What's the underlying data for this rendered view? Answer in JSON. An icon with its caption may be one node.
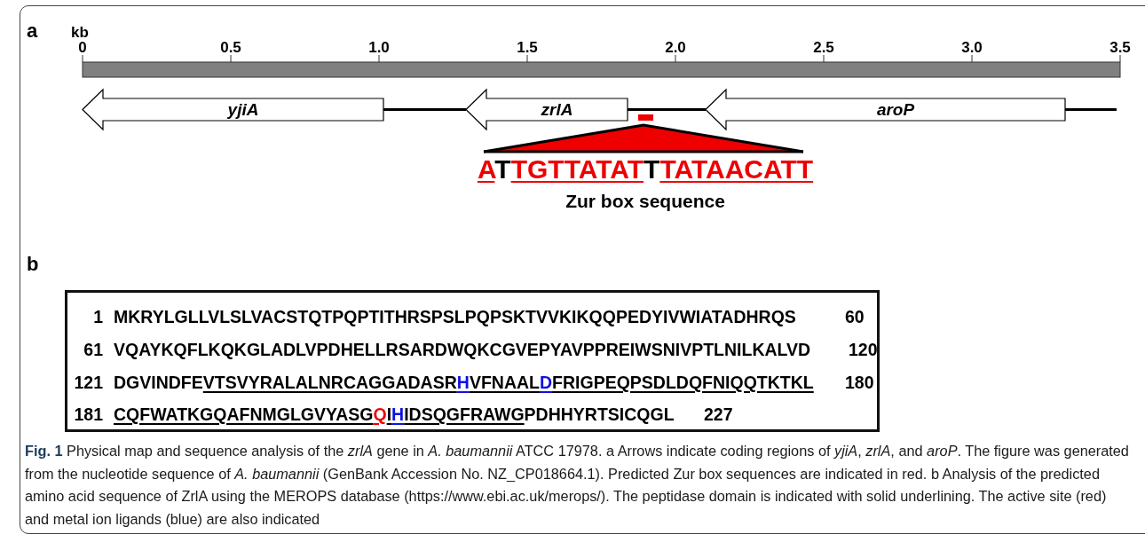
{
  "diagram": {
    "nodes": [
      {
        "text": [
          "yjiA"
        ]
      },
      {
        "text": [
          "zrlA"
        ]
      },
      {
        "text": [
          "aroP"
        ]
      },
      {
        "text": [
          "1",
          "MKRYLGLLVLSLVACSTQTPQPTITHRSPSLPQPSKTVVKIKQQPEDYIVWIATADHRQS",
          "60",
          "61",
          "VQAYKQFLKQKGLADLVPDHELLRSARDWQKCGVEPYAVPPREIWSNIVPTLNILKALVD",
          "120",
          "121",
          "DGVINDFEVTSVYRALALNRCAGGADASRHVFNAALDFRIGPEQPSDLDQFNIQQTKTKL",
          "180",
          "181",
          "CQFWATKGQAFNMGLGVYASGQIHIDSQGFRAWGPDHHYRTSICQGL",
          "227"
        ]
      }
    ],
    "edges": [
      {
        "from": 0,
        "to": 1,
        "arrow": "none"
      },
      {
        "from": 1,
        "to": 2,
        "arrow": "none"
      },
      {
        "from": 2,
        "to": null,
        "arrow": "none"
      }
    ],
    "labels": [
      "a",
      "kb",
      "0",
      "0.5",
      "1.0",
      "1.5",
      "2.0",
      "2.5",
      "3.0",
      "3.5",
      "ATTGTTATATTTATAACATT",
      "Zur box sequence",
      "b"
    ],
    "caption": "**Fig. 1** Physical map and sequence analysis of the *zrlA* gene in *A. baumannii* ATCC 17978. a Arrows indicate coding regions of *yjiA*, *zrlA*, and *aroP*. The figure was generated from the nucleotide sequence of *A. baumannii* (GenBank Accession No. NZ_CP018664.1). Predicted Zur box sequences are indicated in red. b Analysis of the predicted amino acid sequence of ZrlA using the MEROPS database (https://www.ebi.ac.uk/merops/). The peptidase domain is indicated with solid underlining. The active site (red) and metal ion ligands (blue) are also indicated"
  }
}
